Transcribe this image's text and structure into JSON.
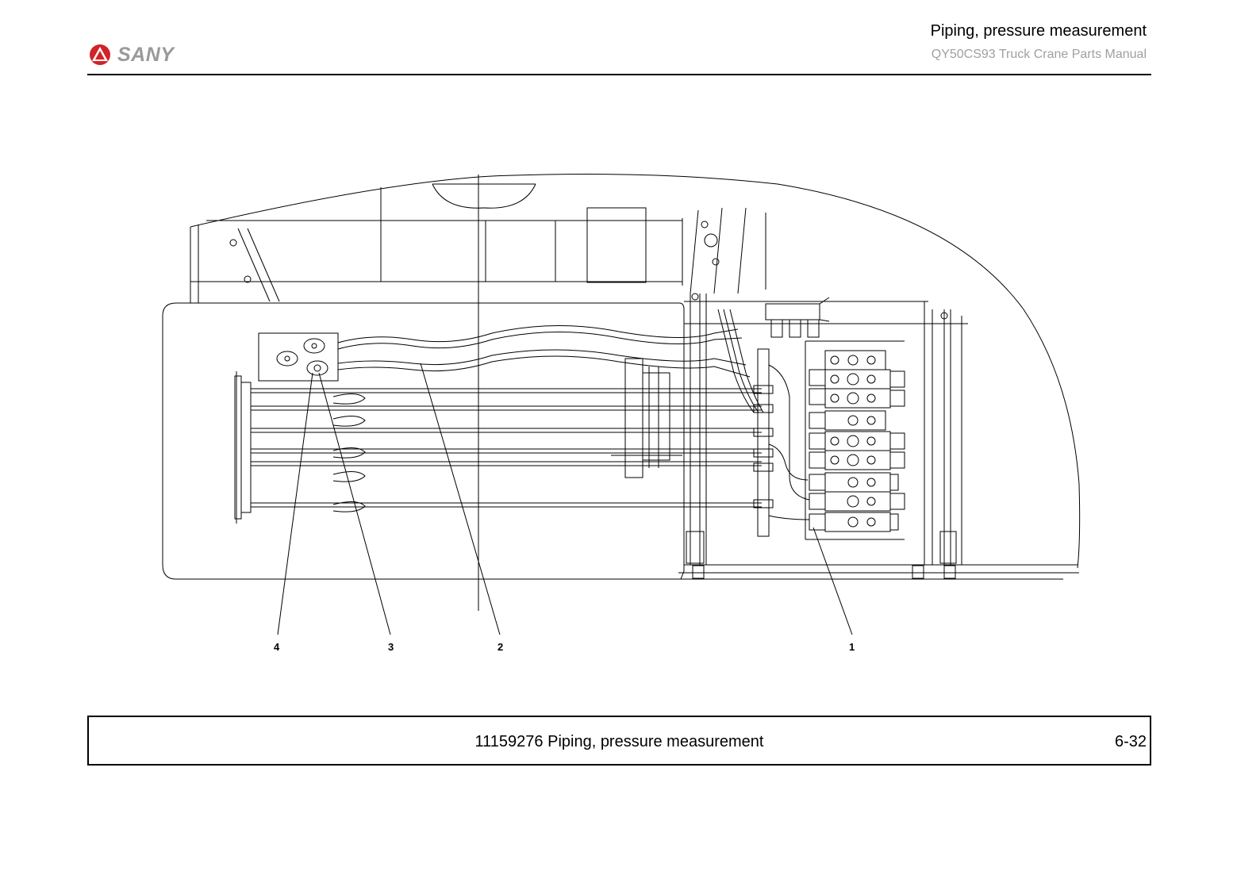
{
  "header": {
    "brand": "SANY",
    "title": "Piping, pressure measurement",
    "subtitle": "QY50CS93 Truck Crane  Parts Manual"
  },
  "drawing": {
    "callouts": [
      "4",
      "3",
      "2",
      "1"
    ]
  },
  "footer": {
    "caption": "11159276 Piping, pressure measurement",
    "page": "6-32"
  },
  "colors": {
    "brand_red": "#d2232a",
    "brand_gray": "#9a9a9a",
    "line": "#000000"
  }
}
